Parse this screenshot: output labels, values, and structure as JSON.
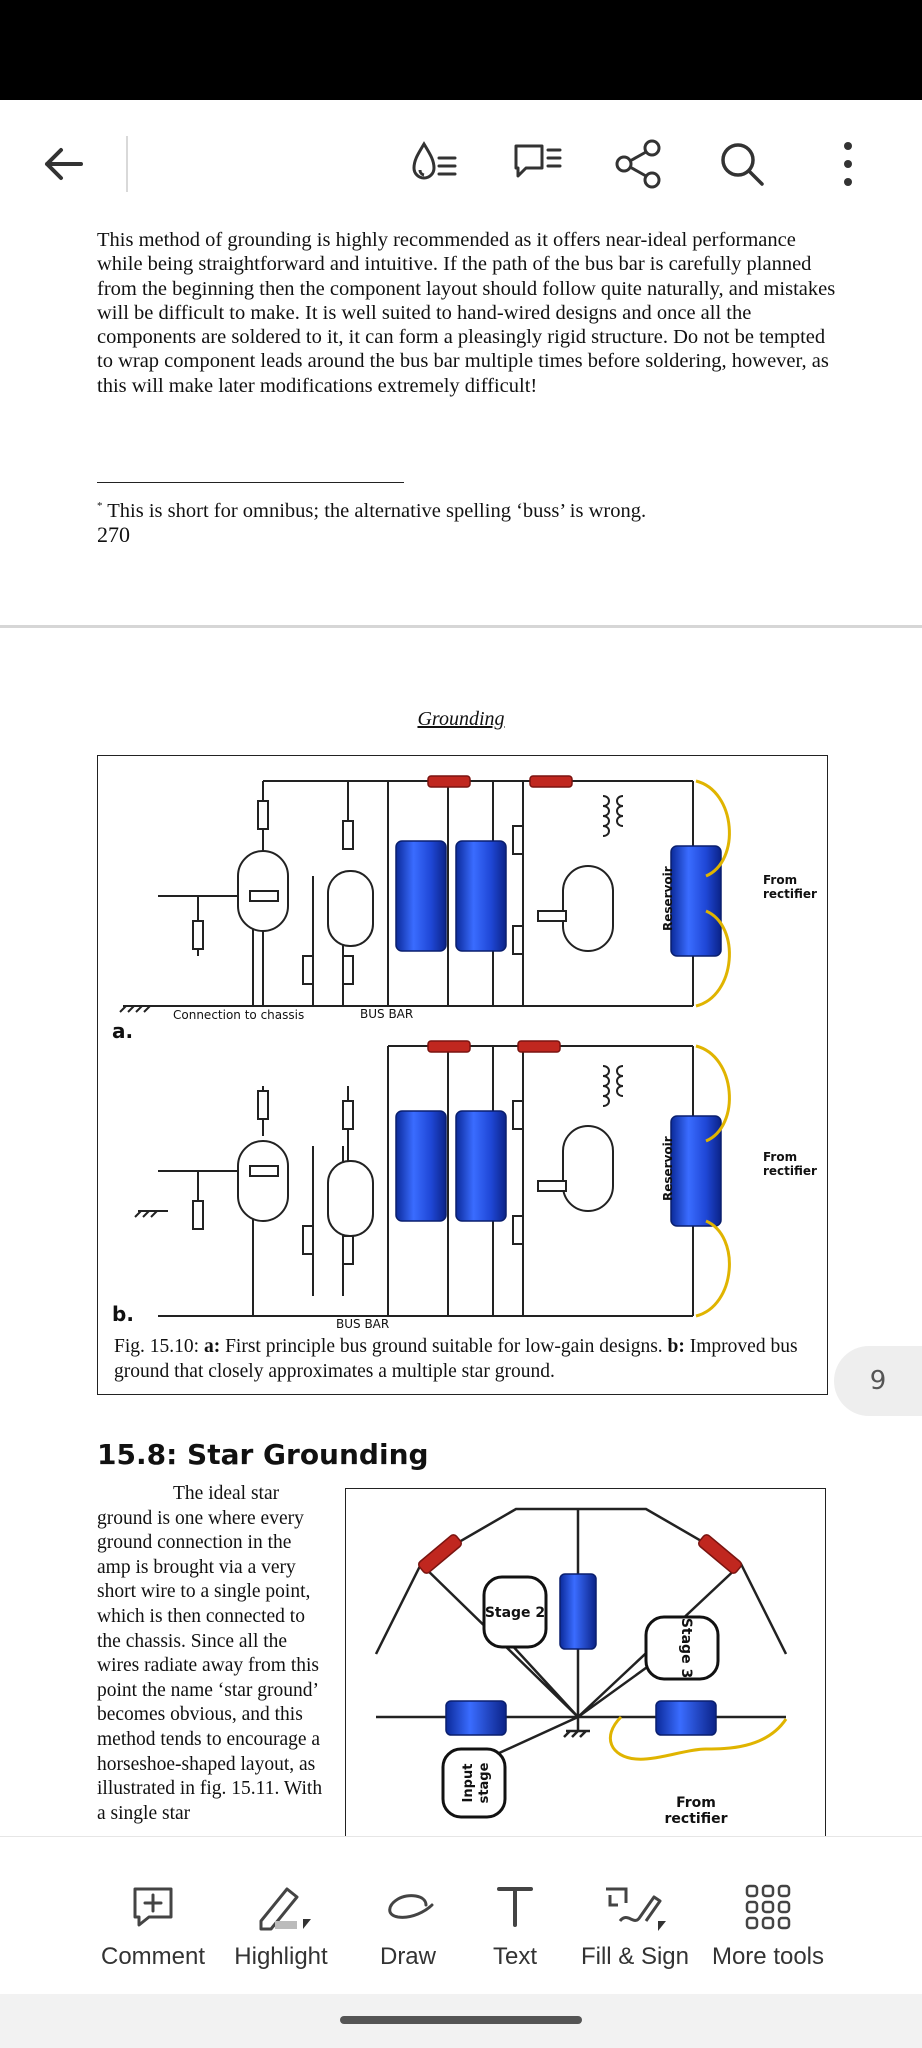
{
  "toolbar": {
    "back_icon": "arrow-left-icon",
    "icons": [
      "reading-mode-icon",
      "comments-icon",
      "share-icon",
      "search-icon",
      "overflow-menu-icon"
    ]
  },
  "page1": {
    "paragraph": "This method of grounding is highly recommended as it offers near-ideal performance while being straightforward and intuitive. If the path of the bus bar is carefully planned from the beginning then the component layout should follow quite naturally, and mistakes will be difficult to make. It is well suited to hand-wired designs and once all the components are soldered to it, it can form a pleasingly rigid structure. Do not be tempted to wrap component leads around the bus bar multiple times before soldering, however, as this will make later modifications extremely difficult!",
    "footnote_mark": "*",
    "footnote": "This is short for omnibus; the alternative spelling ‘buss’ is wrong.",
    "page_number": "270"
  },
  "page2": {
    "running_head": "Grounding",
    "figure": {
      "label_a": "a.",
      "label_b": "b.",
      "connection_label": "Connection to chassis",
      "bus_bar": "BUS BAR",
      "reservoir": "Reservoir",
      "from_rectifier_1": "From",
      "from_rectifier_2": "rectifier",
      "caption_prefix": "Fig. 15.10: ",
      "caption_a": "a:",
      "caption_a_text": " First principle bus ground suitable for low-gain designs. ",
      "caption_b": "b:",
      "caption_b_text": " Improved bus ground that closely approximates a multiple star ground."
    },
    "section_title": "15.8: Star Grounding",
    "section_text": "The ideal star ground is one where every ground connection in the amp is brought via a very short wire to a single point, which is then connected to the chassis. Since all the wires radiate away from this point the name ‘star ground’ becomes obvious, and this method tends to encourage a horseshoe-shaped layout, as illustrated in fig. 15.11. With a single star",
    "figure2": {
      "stage2": "Stage 2",
      "stage3": "Stage 3",
      "input_stage_1": "Input",
      "input_stage_2": "stage",
      "from_rectifier_1": "From",
      "from_rectifier_2": "rectifier"
    }
  },
  "page_badge": "9",
  "bottom_tools": [
    {
      "label": "Comment",
      "icon": "comment-add-icon"
    },
    {
      "label": "Highlight",
      "icon": "highlighter-icon"
    },
    {
      "label": "Draw",
      "icon": "draw-icon"
    },
    {
      "label": "Text",
      "icon": "text-tool-icon"
    },
    {
      "label": "Fill & Sign",
      "icon": "fill-sign-icon"
    },
    {
      "label": "More tools",
      "icon": "more-tools-grid-icon"
    }
  ],
  "colors": {
    "capacitor_blue": "#1f47d6",
    "resistor_red": "#c0271f",
    "wire_yellow": "#e0b400"
  }
}
